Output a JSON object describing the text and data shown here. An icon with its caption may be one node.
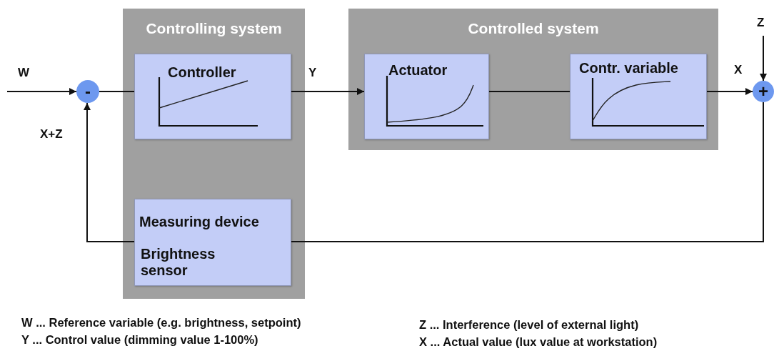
{
  "diagram": {
    "nodes": [
      {
        "text": [
          "Controlling system"
        ]
      },
      {
        "text": [
          "Controller"
        ],
        "in": 0
      },
      {
        "text": [
          "Measuring device",
          "Brightness sensor"
        ],
        "in": 0
      },
      {
        "text": [
          "Controlled system"
        ]
      },
      {
        "text": [
          "Actuator"
        ],
        "in": 3
      },
      {
        "text": [
          "Contr. variable"
        ],
        "in": 3
      },
      {
        "text": [
          "-"
        ]
      },
      {
        "text": [
          "+"
        ]
      }
    ],
    "edges": [
      {
        "from": null,
        "to": 6,
        "arrow": "to",
        "label": "W"
      },
      {
        "from": 6,
        "to": 1,
        "arrow": "none"
      },
      {
        "from": 1,
        "to": 4,
        "arrow": "to",
        "label": "Y"
      },
      {
        "from": 4,
        "to": 5,
        "arrow": "none"
      },
      {
        "from": 5,
        "to": 7,
        "arrow": "to",
        "label": "X"
      },
      {
        "from": null,
        "to": 7,
        "arrow": "to",
        "label": "Z"
      },
      {
        "from": 7,
        "to": 2,
        "arrow": "none"
      },
      {
        "from": 2,
        "to": 6,
        "arrow": "to",
        "label": "X+Z"
      }
    ],
    "labels": [
      "W ... Reference variable (e.g. brightness, setpoint)",
      "Z ... Interference (level of external light)",
      "Y ... Control value (dimming value 1-100%)",
      "X ... Actual value (lux value at workstation)"
    ]
  }
}
